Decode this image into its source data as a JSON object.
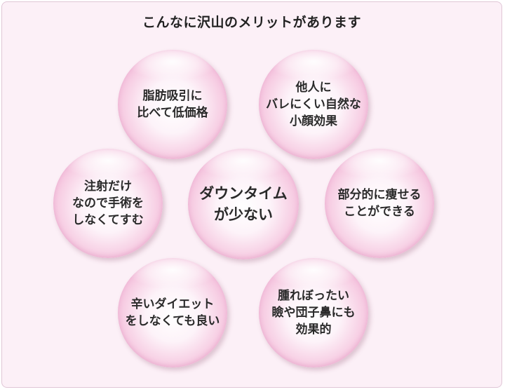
{
  "title": "こんなに沢山のメリットがあります",
  "merits": [
    {
      "text": "脂肪吸引に\n比べて低価格"
    },
    {
      "text": "他人に\nバレにくい自然な\n小顔効果"
    },
    {
      "text": "注射だけ\nなので手術を\nしなくてすむ"
    },
    {
      "text": "ダウンタイム\nが少ない"
    },
    {
      "text": "部分的に痩せる\nことができる"
    },
    {
      "text": "辛いダイエット\nをしなくても良い"
    },
    {
      "text": "腫れぼったい\n瞼や団子鼻にも\n効果的"
    }
  ]
}
